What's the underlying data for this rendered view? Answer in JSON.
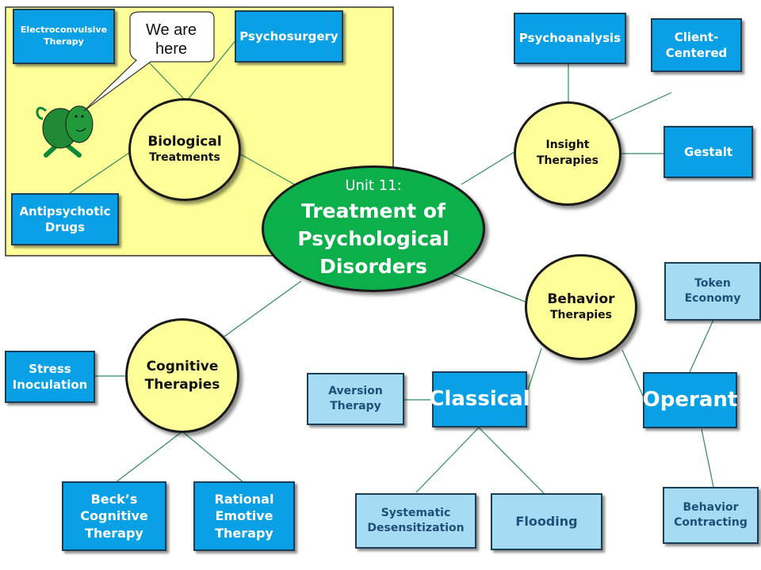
{
  "colors": {
    "box_blue": "#0aa0e6",
    "box_light_blue": "#a6dcf3",
    "circle_yellow": "#ffff99",
    "center_green": "#0cb04a",
    "highlight_region": "#ffff99",
    "connector": "#2e8b57"
  },
  "center": {
    "unit": "Unit 11:",
    "line1": "Treatment of",
    "line2": "Psychological",
    "line3": "Disorders"
  },
  "circles": {
    "biological": {
      "line1": "Biological",
      "line2": "Treatments"
    },
    "insight": {
      "line1": "Insight",
      "line2": "Therapies"
    },
    "behavior": {
      "line1": "Behavior",
      "line2": "Therapies"
    },
    "cognitive": {
      "line1": "Cognitive",
      "line2": "Therapies"
    }
  },
  "boxes": {
    "ect": {
      "line1": "Electroconvulsive",
      "line2": "Therapy"
    },
    "psychosurgery": {
      "line1": "Psychosurgery"
    },
    "antipsychotic": {
      "line1": "Antipsychotic",
      "line2": "Drugs"
    },
    "psychoanalysis": {
      "line1": "Psychoanalysis"
    },
    "client_centered": {
      "line1": "Client-",
      "line2": "Centered"
    },
    "gestalt": {
      "line1": "Gestalt"
    },
    "token_economy": {
      "line1": "Token",
      "line2": "Economy"
    },
    "operant": {
      "line1": "Operant"
    },
    "behavior_contracting": {
      "line1": "Behavior",
      "line2": "Contracting"
    },
    "classical": {
      "line1": "Classical"
    },
    "aversion": {
      "line1": "Aversion",
      "line2": "Therapy"
    },
    "systematic": {
      "line1": "Systematic",
      "line2": "Desensitization"
    },
    "flooding": {
      "line1": "Flooding"
    },
    "stress": {
      "line1": "Stress",
      "line2": "Inoculation"
    },
    "becks": {
      "line1": "Beck’s",
      "line2": "Cognitive",
      "line3": "Therapy"
    },
    "rational": {
      "line1": "Rational",
      "line2": "Emotive",
      "line3": "Therapy"
    }
  },
  "callout": {
    "line1": "We are",
    "line2": "here"
  },
  "mascot_icon": "green-elephant-mascot"
}
